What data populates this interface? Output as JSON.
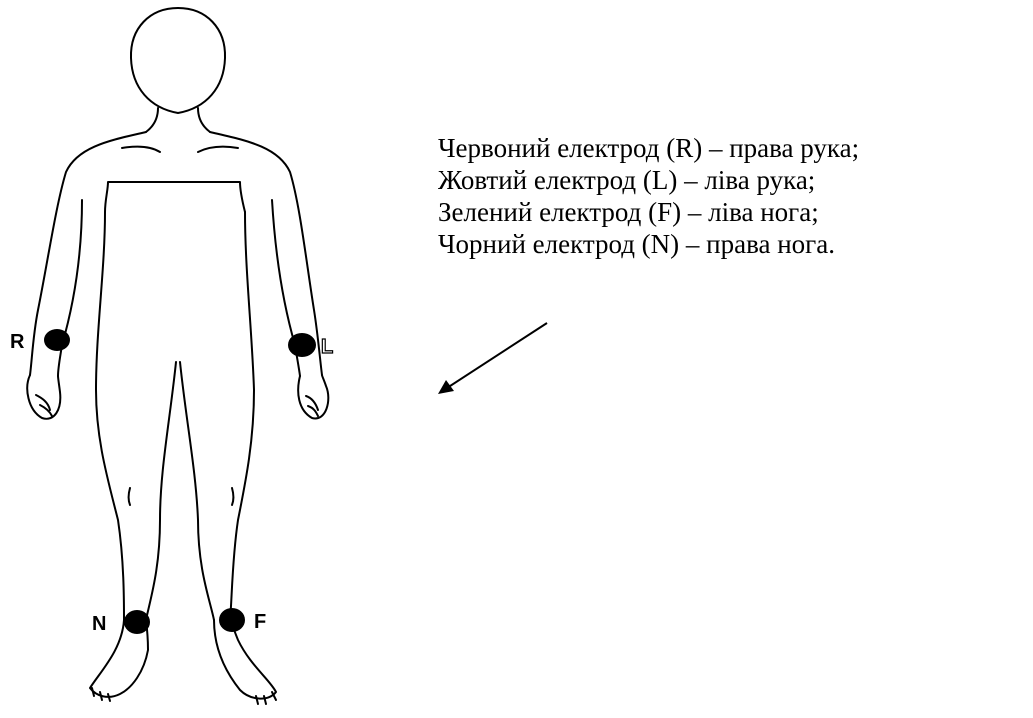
{
  "electrodes": [
    {
      "id": "R",
      "label": "R"
    },
    {
      "id": "L",
      "label": "L"
    },
    {
      "id": "N",
      "label": "N"
    },
    {
      "id": "F",
      "label": "F"
    }
  ],
  "legend": [
    "Червоний електрод (R) – права рука;",
    "Жовтий електрод (L) – ліва рука;",
    "Зелений електрод (F) – ліва нога;",
    "Чорний електрод (N) – права нога."
  ],
  "colors": {
    "outline": "#000000",
    "electrode": "#000000",
    "background": "#ffffff"
  }
}
